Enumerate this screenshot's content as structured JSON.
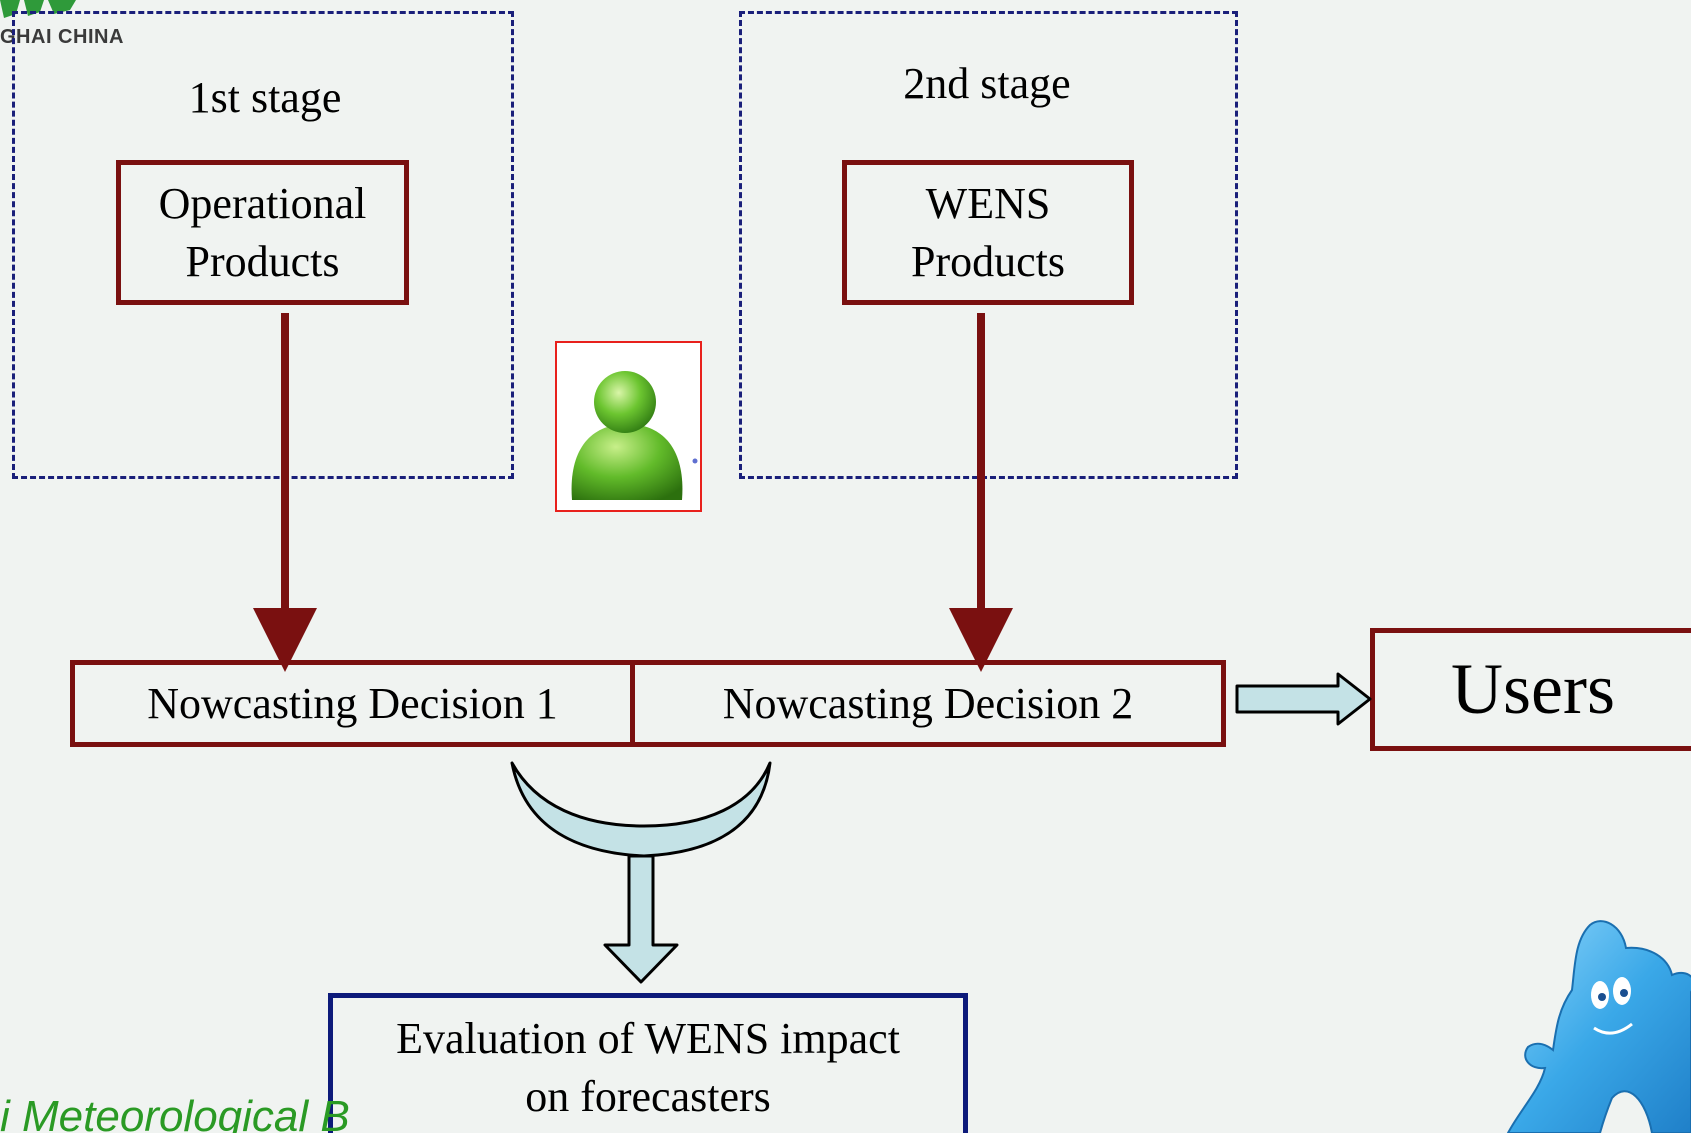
{
  "logo": {
    "text": "GHAI CHINA"
  },
  "stages": [
    {
      "label": "1st stage",
      "product": "Operational\nProducts"
    },
    {
      "label": "2nd stage",
      "product": "WENS\nProducts"
    }
  ],
  "decisions": [
    {
      "label": "Nowcasting Decision 1"
    },
    {
      "label": "Nowcasting Decision 2"
    }
  ],
  "users": {
    "label": "Users"
  },
  "evaluation": {
    "label": "Evaluation of WENS impact\non forecasters"
  },
  "footer": {
    "text": "i Meteorological B"
  },
  "colors": {
    "background": "#f0f3f1",
    "stage_frame": "#1a1f7a",
    "box_border": "#7a1010",
    "arrow": "#7a1010",
    "block_arrow_fill": "#c4e2e6",
    "evaluation_border": "#0d1a7a",
    "footer_text": "#2a9a24",
    "forecaster_icon": "#5fb52a",
    "mascot": "#3aa8e8"
  },
  "icons": {
    "forecaster": "person-icon",
    "mascot": "expo-mascot-icon",
    "logo": "expo-logo-icon"
  }
}
